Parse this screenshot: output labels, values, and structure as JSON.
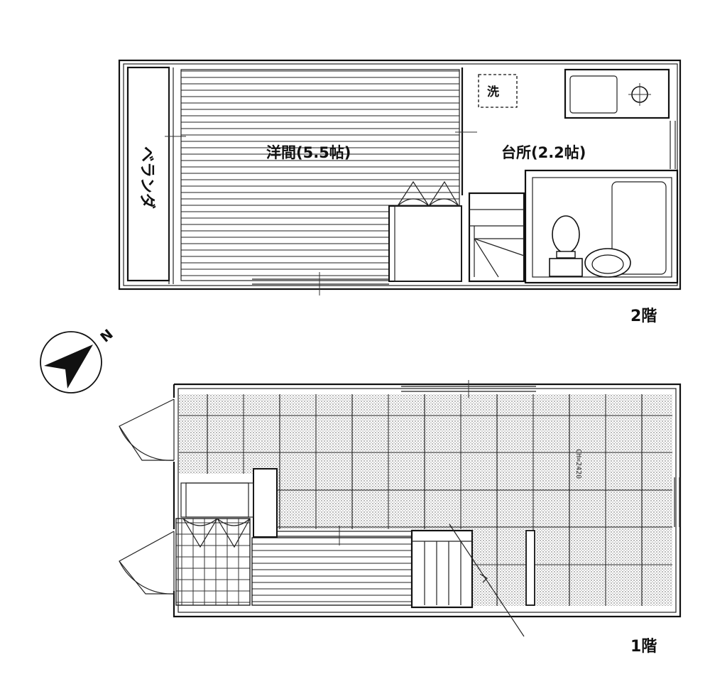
{
  "floor2": {
    "label": "2階",
    "veranda": "ベランダ",
    "western_room": "洋間(5.5帖)",
    "kitchen": "台所(2.2帖)",
    "washer": "洗"
  },
  "floor1": {
    "label": "1階",
    "ceiling_note": "CH=2420"
  },
  "compass": {
    "north": "N"
  },
  "colors": {
    "line": "#111111",
    "tile_dot": "#666666",
    "background": "#ffffff"
  }
}
